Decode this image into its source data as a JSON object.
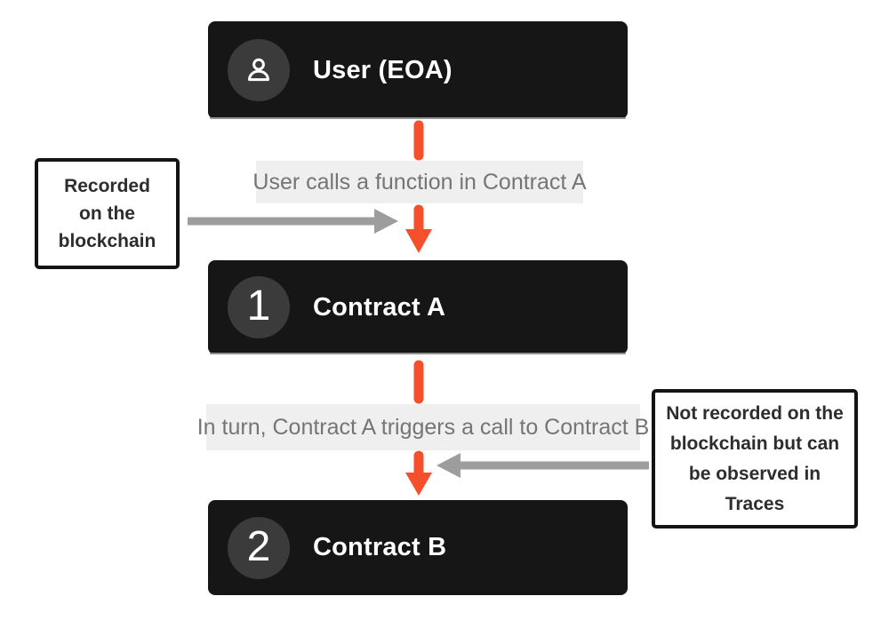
{
  "diagram": {
    "nodes": {
      "user": {
        "label": "User (EOA)",
        "icon": "user-icon"
      },
      "contract_a": {
        "label": "Contract A",
        "badge": "1"
      },
      "contract_b": {
        "label": "Contract B",
        "badge": "2"
      }
    },
    "edges": {
      "user_to_a": {
        "label": "User calls a function in Contract A"
      },
      "a_to_b": {
        "label": "In turn, Contract A triggers a call to Contract B"
      }
    },
    "notes": {
      "recorded": {
        "text": "Recorded on the blockchain"
      },
      "not_recorded": {
        "text": "Not recorded on the blockchain but can be observed in Traces"
      }
    },
    "colors": {
      "node_bg": "#161616",
      "badge_bg": "#3b3b3b",
      "node_text": "#ffffff",
      "edge_label_bg": "#efefef",
      "edge_label_text": "#757575",
      "arrow_accent": "#f4502c",
      "arrow_gray": "#9d9d9d",
      "note_border": "#141414",
      "note_text": "#2d2d2d"
    }
  }
}
